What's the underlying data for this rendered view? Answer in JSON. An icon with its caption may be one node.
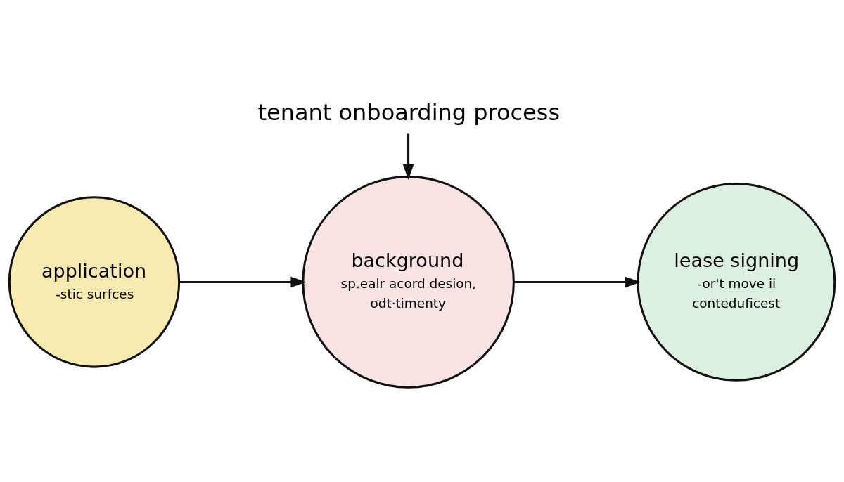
{
  "diagram": {
    "nodes": [
      {
        "text": [
          "tenant onboarding process"
        ]
      },
      {
        "text": [
          "application",
          "-stic surfces"
        ]
      },
      {
        "text": [
          "background",
          "sp.ealr acord desion,",
          "odt·timenty"
        ]
      },
      {
        "text": [
          "lease signing",
          "-or't move ii",
          "conteduficest"
        ]
      }
    ],
    "edges": [
      {
        "from": 0,
        "to": 2,
        "arrow": "to"
      },
      {
        "from": 1,
        "to": 2,
        "arrow": "to"
      },
      {
        "from": 2,
        "to": 3,
        "arrow": "to"
      }
    ]
  }
}
